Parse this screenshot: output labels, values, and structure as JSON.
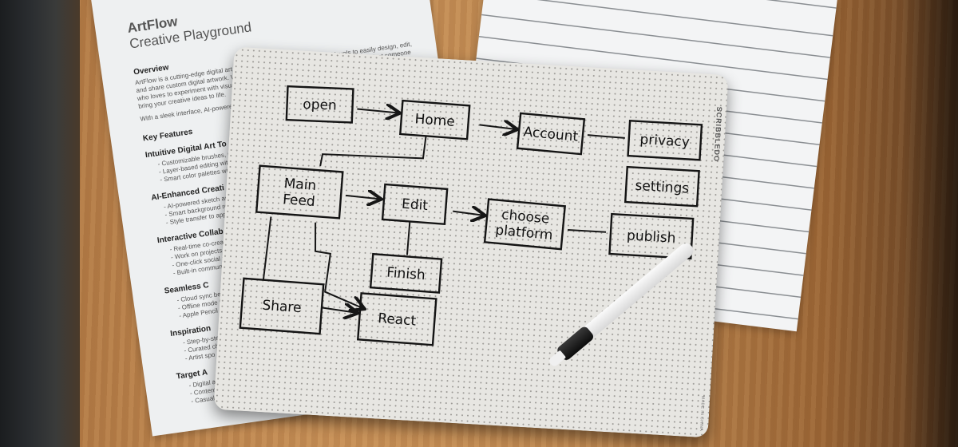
{
  "document": {
    "title": "ArtFlow",
    "subtitle": "Creative Playground",
    "overview_heading": "Overview",
    "overview_text": "ArtFlow is a cutting-edge digital art app designed for creators of all skill levels to easily design, edit, and share custom digital artwork. Whether you're a professional artist, a hobbyist, or just someone who loves to experiment with visual storytelling, ArtFlow provides an intuitive yet powerful platform to bring your creative ideas to life.",
    "overview_text2": "With a sleek interface, AI-powered ... ArtFlow empowers users to push artistic boundaries",
    "key_features_heading": "Key Features",
    "sections": [
      {
        "heading": "Intuitive Digital Art To",
        "items": [
          "Customizable brushes, pe",
          "Layer-based editing wit",
          "Smart color palettes wit"
        ]
      },
      {
        "heading": "AI-Enhanced Creati",
        "items": [
          "AI-powered sketch ass",
          "Smart background re",
          "Style transfer to app"
        ]
      },
      {
        "heading": "Interactive Collab",
        "items": [
          "Real-time co-creat",
          "Work on projects v",
          "One-click social m",
          "Built-in commun"
        ]
      },
      {
        "heading": "Seamless C",
        "items": [
          "Cloud sync bet",
          "Offline mode f",
          "Apple Pencil &"
        ]
      },
      {
        "heading": "Inspiration",
        "items": [
          "Step-by-ste",
          "Curated ch",
          "Artist spo"
        ]
      },
      {
        "heading": "Target A",
        "items": [
          "Digital a",
          "Content",
          "Casual"
        ]
      }
    ]
  },
  "board": {
    "brand": "SCRIBBLEDO",
    "made_in": "MADE IN CHINA"
  },
  "flowchart": {
    "nodes": [
      {
        "id": "open",
        "lines": [
          "open"
        ]
      },
      {
        "id": "home",
        "lines": [
          "Home"
        ]
      },
      {
        "id": "account",
        "lines": [
          "Account"
        ]
      },
      {
        "id": "privacy",
        "lines": [
          "privacy"
        ]
      },
      {
        "id": "settings",
        "lines": [
          "settings"
        ]
      },
      {
        "id": "main-feed",
        "lines": [
          "Main",
          "Feed"
        ]
      },
      {
        "id": "edit",
        "lines": [
          "Edit"
        ]
      },
      {
        "id": "choose-platform",
        "lines": [
          "choose",
          "platform"
        ]
      },
      {
        "id": "publish",
        "lines": [
          "publish"
        ]
      },
      {
        "id": "finish",
        "lines": [
          "Finish"
        ]
      },
      {
        "id": "share",
        "lines": [
          "Share"
        ]
      },
      {
        "id": "react",
        "lines": [
          "React"
        ]
      }
    ]
  },
  "colors": {
    "ink": "#141414",
    "board": "#e7e6e2",
    "table": "#c08a52",
    "paper": "#eef0f1"
  }
}
